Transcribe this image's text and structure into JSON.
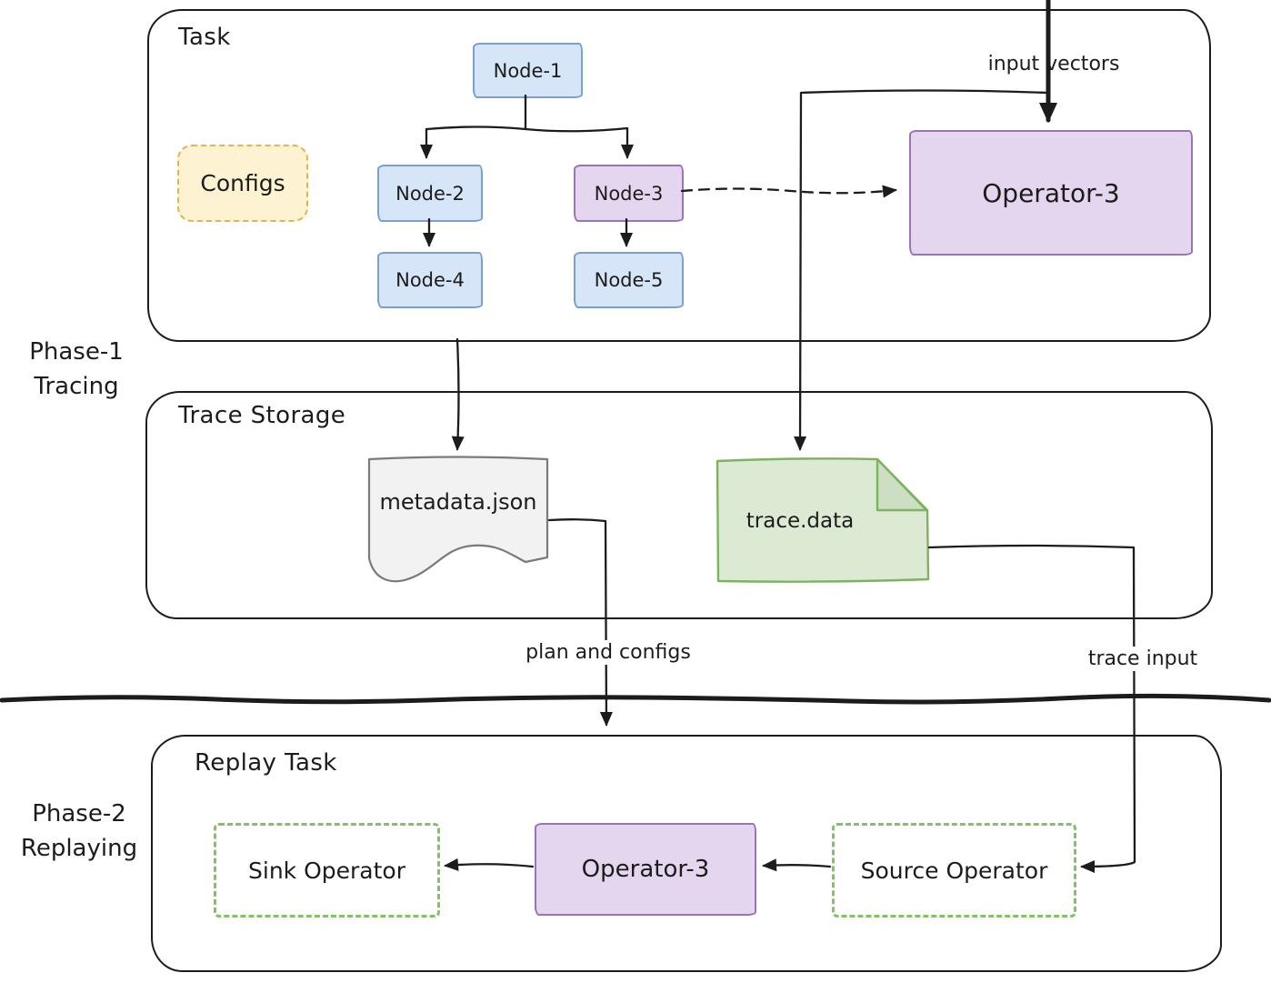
{
  "phase1": {
    "line1": "Phase-1",
    "line2": "Tracing"
  },
  "phase2": {
    "line1": "Phase-2",
    "line2": "Replaying"
  },
  "task": {
    "title": "Task",
    "nodes": {
      "node1": "Node-1",
      "node2": "Node-2",
      "node3": "Node-3",
      "node4": "Node-4",
      "node5": "Node-5"
    },
    "configs_label": "Configs",
    "operator_label": "Operator-3"
  },
  "trace_storage": {
    "title": "Trace Storage",
    "metadata_file": "metadata.json",
    "trace_file": "trace.data"
  },
  "replay_task": {
    "title": "Replay Task",
    "sink_label": "Sink Operator",
    "operator_label": "Operator-3",
    "source_label": "Source Operator"
  },
  "edge_labels": {
    "input_vectors": "input vectors",
    "plan_and_configs": "plan and configs",
    "trace_input": "trace input"
  },
  "colors": {
    "ink": "#1c1c1c",
    "node_blue_fill": "#d7e5f8",
    "node_blue_border": "#7b9fd0",
    "purple_fill": "#e5d6ef",
    "purple_border": "#9b74b6",
    "yellow_fill": "#fdf3d2",
    "yellow_border": "#e0b54b",
    "gray_fill": "#f2f2f2",
    "gray_border": "#7a7a7a",
    "green_fill": "#dcead3",
    "green_fold_fill": "#cddfc2",
    "green_border": "#7cb261",
    "green_dash_border": "#7fc364"
  }
}
